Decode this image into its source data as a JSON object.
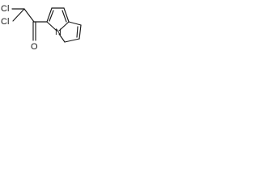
{
  "molecule": {
    "atoms": {
      "cl1": "Cl",
      "cl2": "Cl",
      "o": "O",
      "n": "N"
    }
  }
}
